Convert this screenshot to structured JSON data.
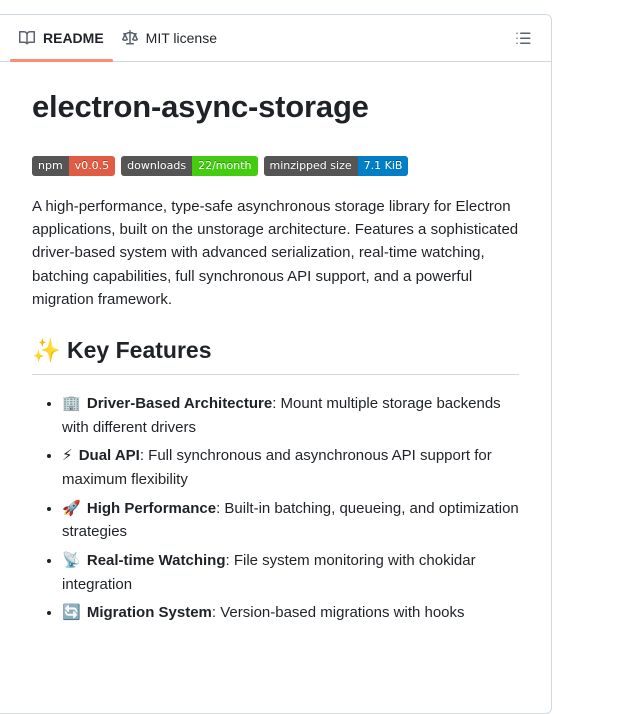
{
  "panel": {
    "tabs": [
      {
        "id": "readme",
        "label": "README",
        "icon": "book-icon",
        "active": true
      },
      {
        "id": "license",
        "label": "MIT license",
        "icon": "law-scale-icon",
        "active": false
      }
    ],
    "outline_button": {
      "name": "outline-list-icon",
      "title": "Outline"
    }
  },
  "readme": {
    "title": "electron-async-storage",
    "badges": [
      {
        "label": "npm",
        "value": "v0.0.5",
        "label_color": "#555555",
        "value_color": "#e05d44"
      },
      {
        "label": "downloads",
        "value": "22/month",
        "label_color": "#555555",
        "value_color": "#4c1"
      },
      {
        "label": "minzipped size",
        "value": "7.1 KiB",
        "label_color": "#555555",
        "value_color": "#007ec6"
      }
    ],
    "intro": "A high-performance, type-safe asynchronous storage library for Electron applications, built on the unstorage architecture. Features a sophisticated driver-based system with advanced serialization, real-time watching, batching capabilities, full synchronous API support, and a powerful migration framework.",
    "features_heading_emoji": "✨",
    "features_heading": "Key Features",
    "features": [
      {
        "emoji": "🏢",
        "emoji_name": "office-building-emoji",
        "term": "Driver-Based Architecture",
        "desc": ": Mount multiple storage backends with different drivers"
      },
      {
        "emoji": "⚡",
        "emoji_name": "high-voltage-emoji",
        "term": "Dual API",
        "desc": ": Full synchronous and asynchronous API support for maximum flexibility"
      },
      {
        "emoji": "🚀",
        "emoji_name": "rocket-emoji",
        "term": "High Performance",
        "desc": ": Built-in batching, queueing, and optimization strategies"
      },
      {
        "emoji": "📡",
        "emoji_name": "satellite-antenna-emoji",
        "term": "Real-time Watching",
        "desc": ": File system monitoring with chokidar integration"
      },
      {
        "emoji": "🔄",
        "emoji_name": "counterclockwise-arrows-emoji",
        "term": "Migration System",
        "desc": ": Version-based migrations with hooks"
      }
    ]
  }
}
